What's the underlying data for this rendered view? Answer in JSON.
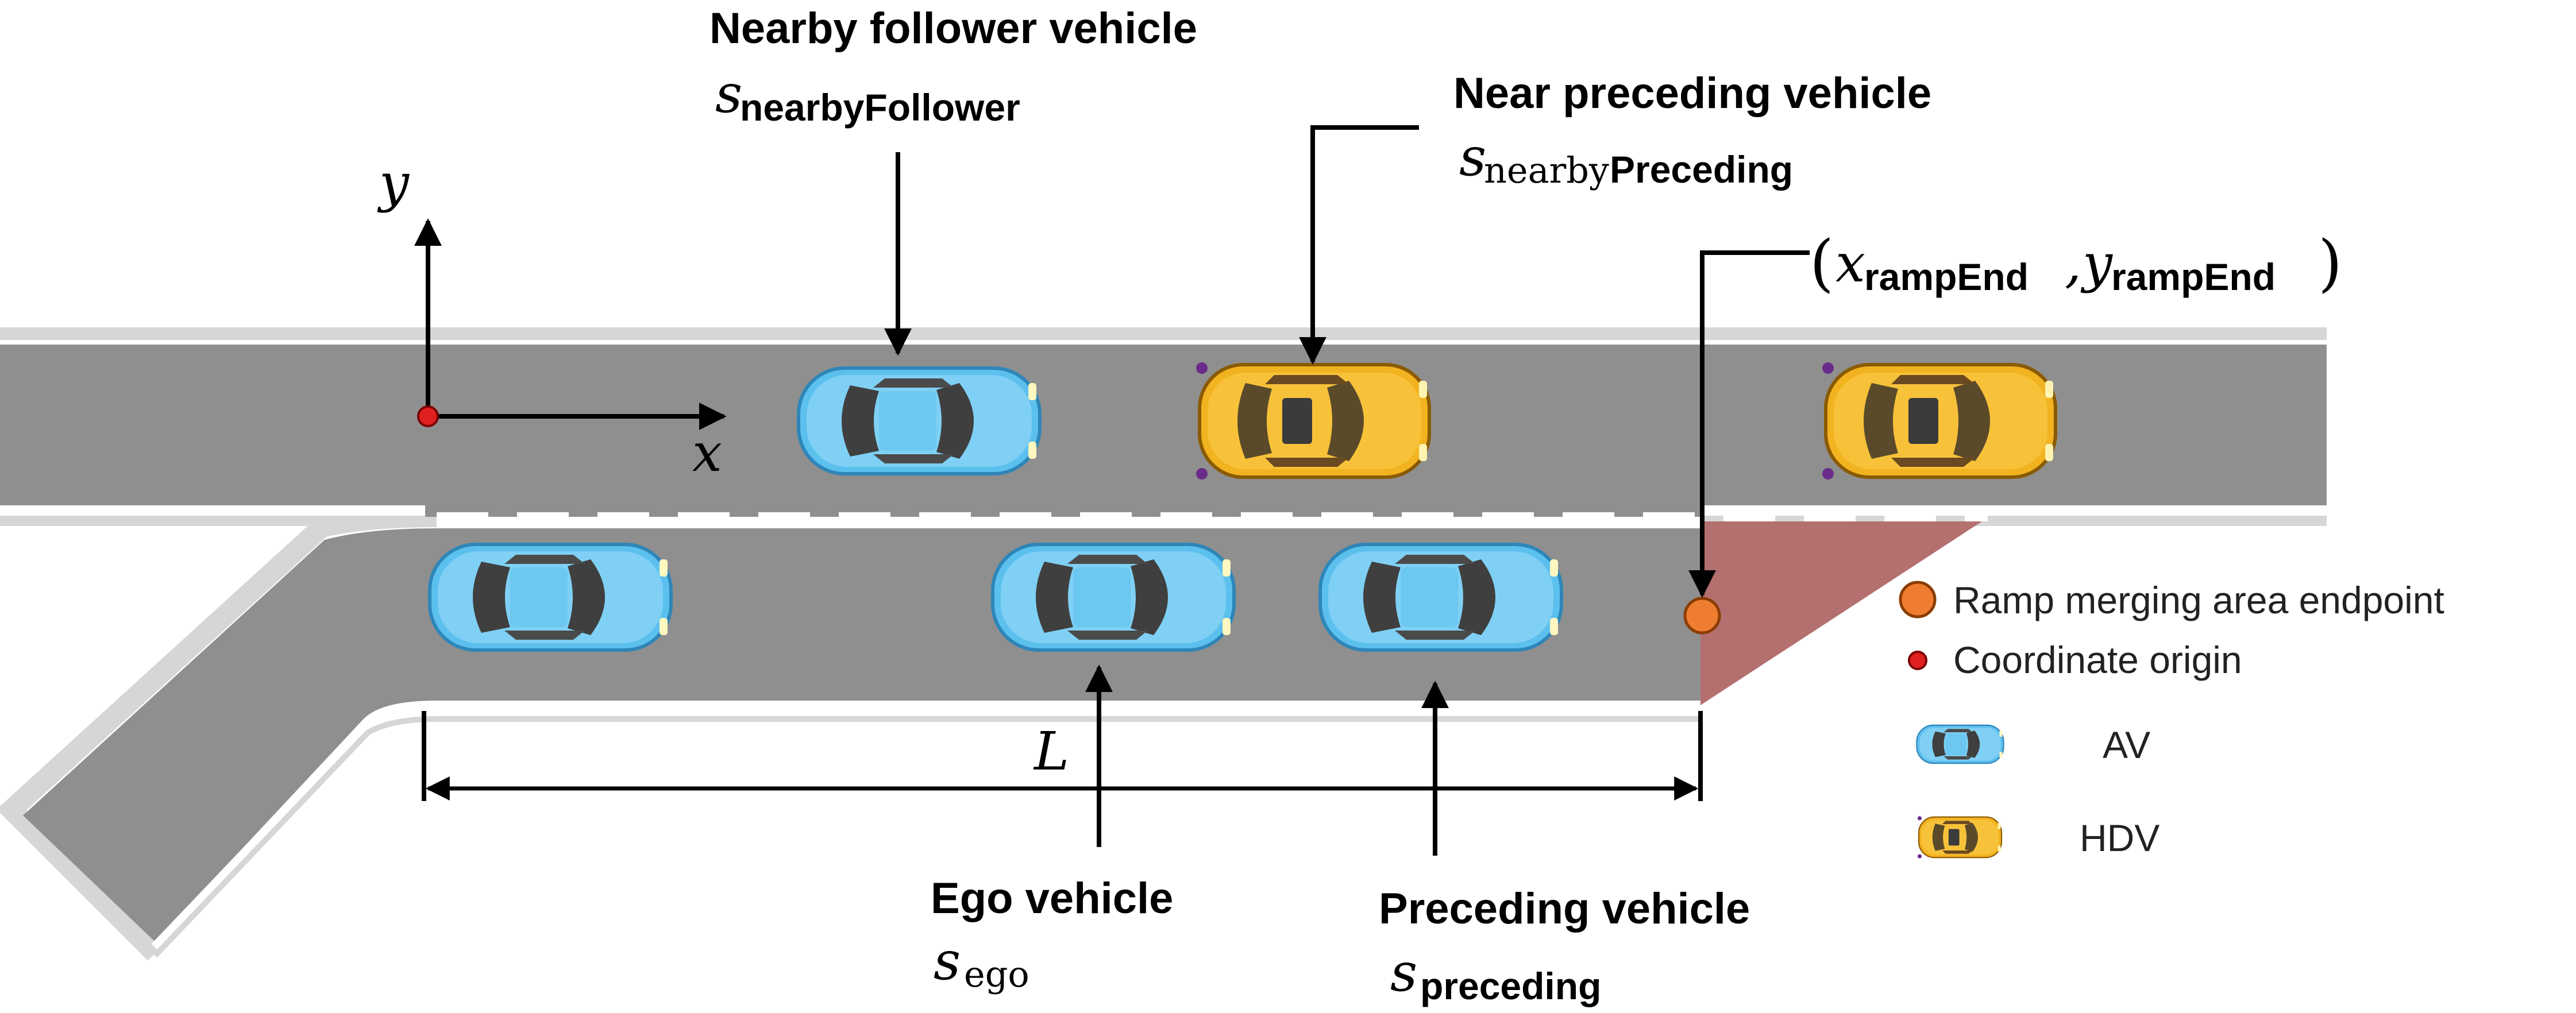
{
  "labels": {
    "nearby_follower": "Nearby follower vehicle",
    "nearby_follower_sym": "s",
    "nearby_follower_sub": "nearbyFollower",
    "near_preceding": "Near preceding vehicle",
    "near_preceding_sym": "s",
    "near_preceding_sub_a": "nearby",
    "near_preceding_sub_b": "Preceding",
    "ramp_end_x": "x",
    "ramp_end_x_sub": "rampEnd",
    "ramp_end_comma": ",",
    "ramp_end_y": "y",
    "ramp_end_y_sub": "rampEnd",
    "paren_open": "(",
    "paren_close": ")",
    "axis_y": "y",
    "axis_x": "x",
    "length": "L",
    "ego": "Ego vehicle",
    "ego_sym": "s",
    "ego_sub": "ego",
    "preceding": "Preceding vehicle",
    "preceding_sym": "s",
    "preceding_sub": "preceding"
  },
  "legend": {
    "endpoint": "Ramp merging area endpoint",
    "origin": "Coordinate origin",
    "av": "AV",
    "hdv": "HDV"
  },
  "colors": {
    "road": "#8f8f8f",
    "road_edge": "#d6d6d6",
    "av_body": "#5cc0ee",
    "hdv_body": "#f2b320",
    "merge_area": "#b46f6f",
    "endpoint": "#ef7d31",
    "origin": "#e02020"
  }
}
